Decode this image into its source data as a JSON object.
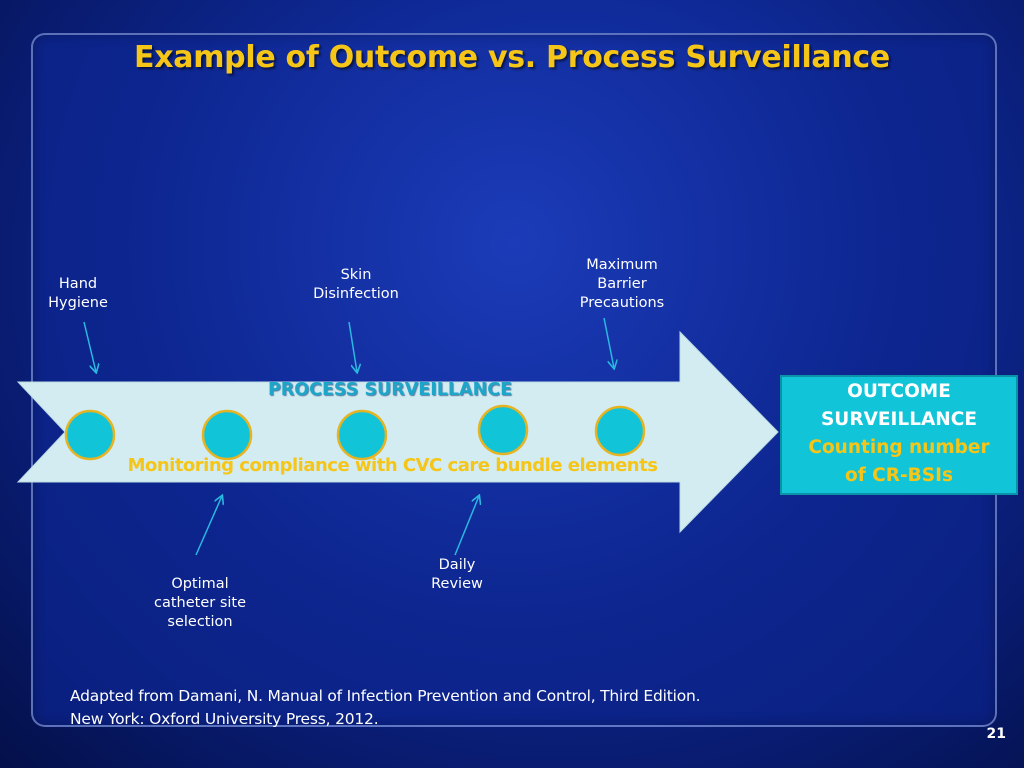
{
  "slide": {
    "title": "Example of Outcome vs. Process Surveillance",
    "page_number": "21"
  },
  "process": {
    "title": "PROCESS SURVEILLANCE",
    "subtitle": "Monitoring compliance with CVC care bundle elements"
  },
  "elements": {
    "hand_hygiene": "Hand\nHygiene",
    "skin_disinfection": "Skin\nDisinfection",
    "maximum_barrier": "Maximum\nBarrier\nPrecautions",
    "catheter_site": "Optimal\ncatheter site\nselection",
    "daily_review": "Daily\nReview"
  },
  "outcome": {
    "line1": "OUTCOME",
    "line2": "SURVEILLANCE",
    "line3": "Counting number",
    "line4": "of CR-BSIs"
  },
  "citation": {
    "line1": "Adapted from Damani, N. Manual of Infection Prevention and Control, Third Edition.",
    "line2": "New York: Oxford University Press, 2012."
  },
  "colors": {
    "title": "#f5c518",
    "arrow_fill": "#d3ecf1",
    "circle_fill": "#12c4d8",
    "circle_border": "#e6b422",
    "outcome_box": "#12c4d8",
    "pointer_lines": "#2ab8e0"
  }
}
